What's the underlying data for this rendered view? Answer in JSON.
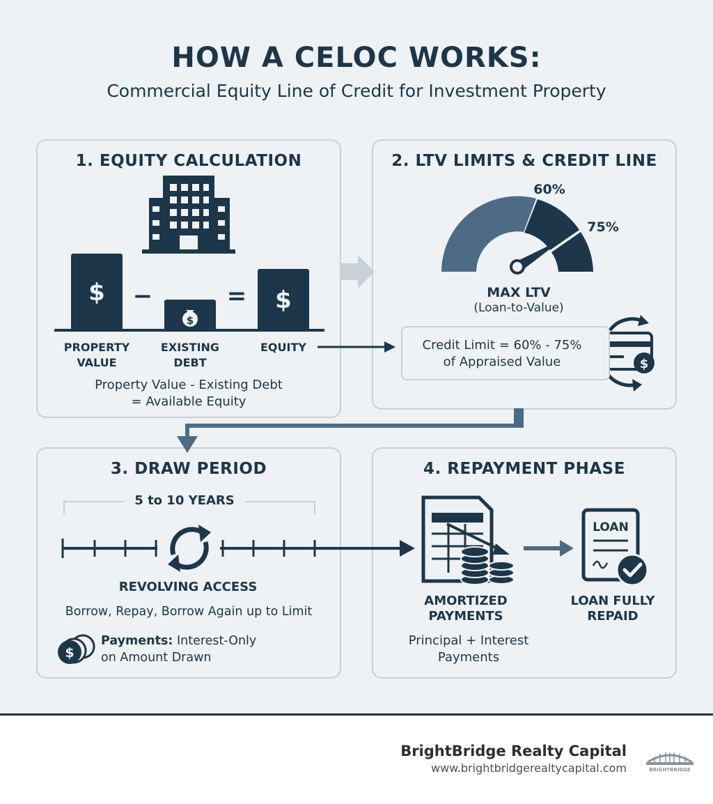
{
  "title": "HOW A CELOC WORKS:",
  "subtitle": "Commercial Equity Line of Credit for Investment Property",
  "colors": {
    "navy": "#1d3649",
    "slate": "#3d5a72",
    "grey_arrow": "#c9d1d8",
    "panel_border": "#c8d0d7",
    "background": "#eef2f5"
  },
  "panel1": {
    "title": "1. EQUITY CALCULATION",
    "property_value_label": "PROPERTY\nVALUE",
    "existing_debt_label": "EXISTING\nDEBT",
    "equity_label": "EQUITY",
    "minus_sign": "−",
    "equals_sign": "=",
    "dollar": "$",
    "formula_line1": "Property Value - Existing Debt",
    "formula_line2": "= Available Equity"
  },
  "panel2": {
    "title": "2. LTV LIMITS & CREDIT LINE",
    "gauge_label_60": "60%",
    "gauge_label_75": "75%",
    "gauge_level": 0.7,
    "max_ltv": "MAX LTV",
    "ltv_desc": "(Loan-to-Value)",
    "credit_line1": "Credit Limit = 60% - 75%",
    "credit_line2": "of Appraised Value"
  },
  "panel3": {
    "title": "3. DRAW PERIOD",
    "years": "5 to 10 YEARS",
    "revolving": "REVOLVING ACCESS",
    "revolving_desc": "Borrow, Repay, Borrow Again up to Limit",
    "payments_bold": "Payments:",
    "payments_rest": " Interest-Only",
    "payments_line2": "on Amount Drawn"
  },
  "panel4": {
    "title": "4. REPAYMENT PHASE",
    "amortized": "AMORTIZED\nPAYMENTS",
    "amortized_desc1": "Principal + Interest",
    "amortized_desc2": "Payments",
    "loan_word": "LOAN",
    "repaid": "LOAN FULLY\nREPAID"
  },
  "footer": {
    "brand": "BrightBridge Realty Capital",
    "url": "www.brightbridgerealtycapital.com",
    "logo_text": "BRIGHTBRIDGE"
  }
}
